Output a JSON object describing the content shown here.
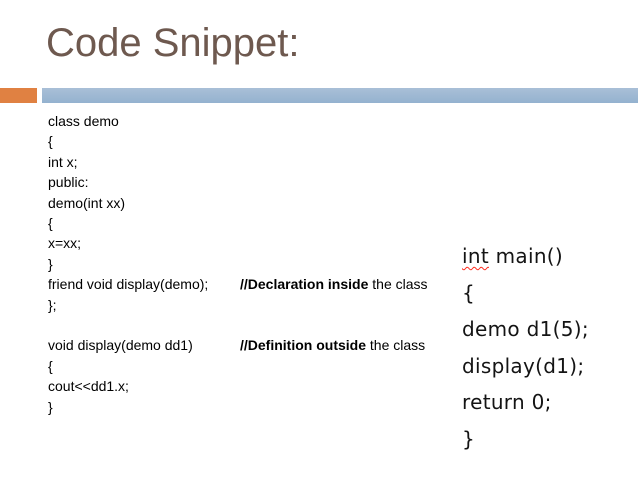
{
  "slide": {
    "title": "Code Snippet:",
    "colors": {
      "title_text": "#6e594f",
      "accent_orange": "#e08142",
      "accent_blue": "#94b2cf",
      "accent_blue_light": "#a9bfd7",
      "background": "#ffffff",
      "code_text": "#000000",
      "right_code_text": "#141414",
      "squiggle": "#ff2a1c"
    }
  },
  "left_code": {
    "lines": [
      {
        "code": "class demo"
      },
      {
        "code": "{"
      },
      {
        "code": "int x;"
      },
      {
        "code": "public:"
      },
      {
        "code": "demo(int xx)"
      },
      {
        "code": "{"
      },
      {
        "code": "x=xx;"
      },
      {
        "code": "}"
      },
      {
        "code": "friend void display(demo);",
        "comment_bold": "//Declaration inside",
        "comment_rest": " the class"
      },
      {
        "code": "};"
      },
      {
        "code": ""
      },
      {
        "code": "void display(demo dd1)",
        "comment_bold": "//Definition outside",
        "comment_rest": " the class"
      },
      {
        "code": "{"
      },
      {
        "code": "cout<<dd1.x;"
      },
      {
        "code": "}"
      }
    ]
  },
  "right_code": {
    "lines": [
      {
        "segments": [
          {
            "text": "int",
            "squiggle": true
          },
          {
            "text": " main()"
          }
        ]
      },
      {
        "segments": [
          {
            "text": "{"
          }
        ]
      },
      {
        "segments": [
          {
            "text": "demo d1(5);"
          }
        ]
      },
      {
        "segments": [
          {
            "text": "display(d1);"
          }
        ]
      },
      {
        "segments": [
          {
            "text": "return 0;"
          }
        ]
      },
      {
        "segments": [
          {
            "text": "}"
          }
        ]
      }
    ]
  }
}
